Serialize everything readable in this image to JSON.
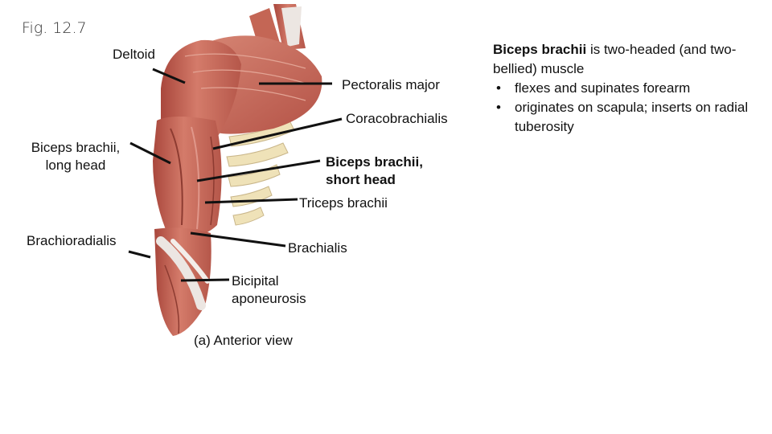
{
  "figure_label": "Fig. 12.7",
  "labels": {
    "deltoid": "Deltoid",
    "pectoralis_major": "Pectoralis major",
    "coracobrachialis": "Coracobrachialis",
    "biceps_long_line1": "Biceps brachii,",
    "biceps_long_line2": "long head",
    "biceps_short_line1": "Biceps brachii,",
    "biceps_short_line2": "short head",
    "triceps": "Triceps brachii",
    "brachioradialis": "Brachioradialis",
    "brachialis": "Brachialis",
    "bicipital_line1": "Bicipital",
    "bicipital_line2": "aponeurosis",
    "view_caption": "(a) Anterior view"
  },
  "description": {
    "title_bold": "Biceps brachii",
    "title_rest": " is two-headed (and two-bellied) muscle",
    "bullets": [
      "flexes and supinates forearm",
      "originates on scapula; inserts on radial tuberosity"
    ]
  },
  "colors": {
    "muscle": "#c96a5a",
    "muscle_dark": "#a94c40",
    "tendon": "#ece6e2",
    "bone": "#efe2b8",
    "leader_line": "#111111"
  }
}
